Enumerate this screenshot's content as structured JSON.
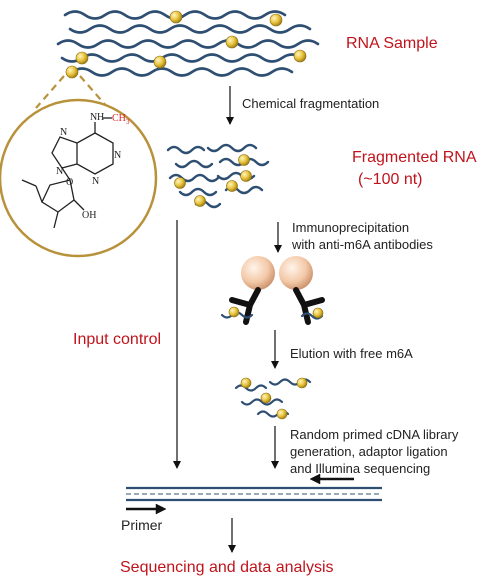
{
  "labels": {
    "rna_sample": "RNA Sample",
    "chemical_fragmentation": "Chemical fragmentation",
    "fragmented_rna_line1": "Fragmented RNA",
    "fragmented_rna_line2": "(~100 nt)",
    "immunoprecipitation_line1": "Immunoprecipitation",
    "immunoprecipitation_line2": "with anti-m6A antibodies",
    "input_control": "Input control",
    "elution": "Elution with free m6A",
    "library_line1": "Random primed cDNA library",
    "library_line2": "generation, adaptor ligation",
    "library_line3": "and Illumina sequencing",
    "primer": "Primer",
    "final": "Sequencing and data analysis"
  },
  "molecule": {
    "methyl": "CH",
    "methyl_sub": "3",
    "nitrogen_amine": "N",
    "hydrogen_amine": "H",
    "hydroxyl": "OH",
    "ring_atoms": [
      "N",
      "N",
      "N",
      "N",
      "O"
    ]
  },
  "colors": {
    "strand": "#2f4f72",
    "bead": "#e8c23a",
    "label_red": "#c0141c",
    "circle_border": "#b8923a",
    "antibody_head": "#f3c9a8",
    "methyl_red": "#e0202a"
  }
}
